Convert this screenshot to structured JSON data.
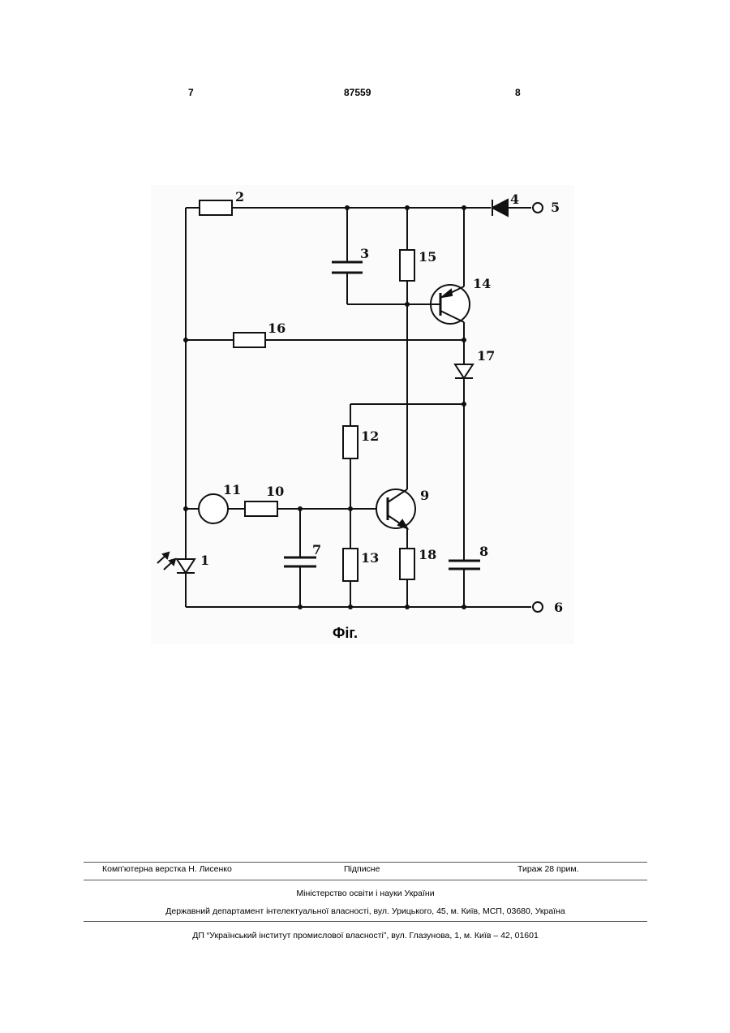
{
  "header": {
    "left_page": "7",
    "patent_number": "87559",
    "right_page": "8"
  },
  "figure": {
    "caption": "Фіг.",
    "labels": {
      "c1": "1",
      "c2": "2",
      "c3": "3",
      "c4": "4",
      "c5": "5",
      "c6": "6",
      "c7": "7",
      "c8": "8",
      "c9": "9",
      "c10": "10",
      "c11": "11",
      "c12": "12",
      "c13": "13",
      "c14": "14",
      "c15": "15",
      "c16": "16",
      "c17": "17",
      "c18": "18"
    }
  },
  "footer": {
    "layout_credit": "Комп'ютерна верстка Н. Лисенко",
    "signed": "Підписне",
    "print_run": "Тираж 28 прим.",
    "ministry": "Міністерство освіти і науки України",
    "department": "Державний департамент інтелектуальної власності, вул. Урицького, 45, м. Київ, МСП, 03680, Україна",
    "institute": "ДП “Український інститут промислової власності”, вул. Глазунова, 1, м. Київ – 42, 01601"
  }
}
